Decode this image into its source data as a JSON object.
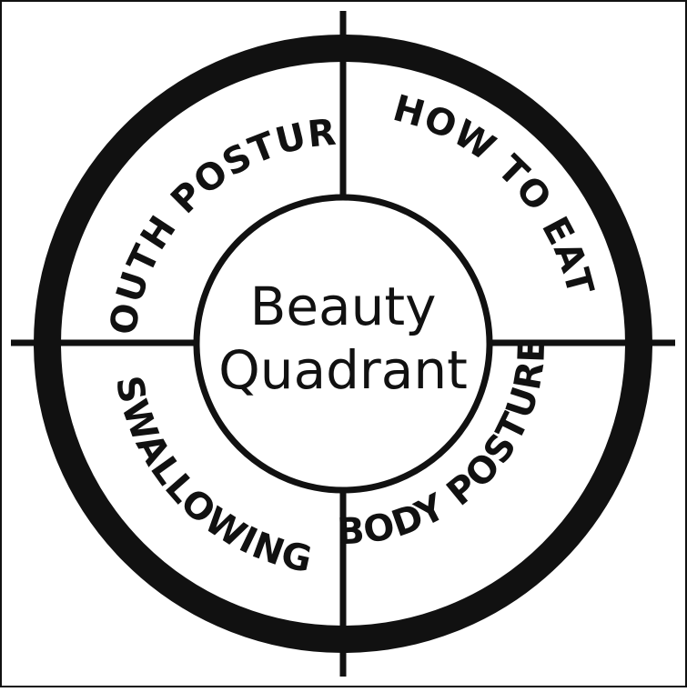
{
  "center": {
    "line1": "Beauty",
    "line2": "Quadrant"
  },
  "quadrants": {
    "top_left": "MOUTH POSTURE",
    "top_right": "HOW TO EAT",
    "bottom_left": "SWALLOWING",
    "bottom_right": "BODY POSTURE"
  },
  "colors": {
    "ink": "#111111",
    "background": "#ffffff"
  }
}
